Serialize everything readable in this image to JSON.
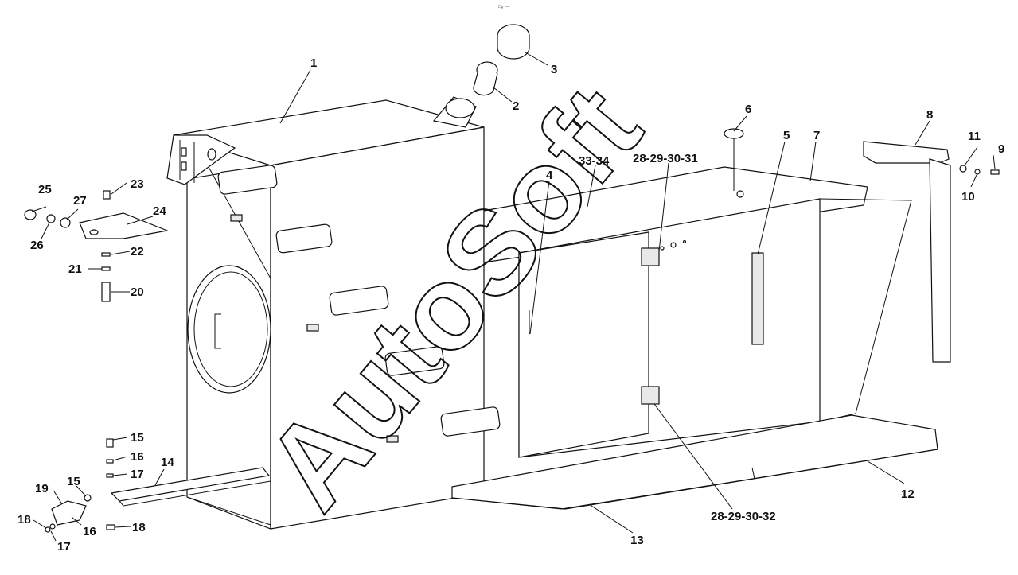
{
  "header_small_text": "□₈ ▫▫▫",
  "watermark": "AutoSoft",
  "callouts": [
    {
      "id": "c1",
      "text": "1"
    },
    {
      "id": "c2",
      "text": "2"
    },
    {
      "id": "c3",
      "text": "3"
    },
    {
      "id": "c4",
      "text": "4"
    },
    {
      "id": "c5",
      "text": "5"
    },
    {
      "id": "c6",
      "text": "6"
    },
    {
      "id": "c7",
      "text": "7"
    },
    {
      "id": "c8",
      "text": "8"
    },
    {
      "id": "c9",
      "text": "9"
    },
    {
      "id": "c10",
      "text": "10"
    },
    {
      "id": "c11",
      "text": "11"
    },
    {
      "id": "c12",
      "text": "12"
    },
    {
      "id": "c13",
      "text": "13"
    },
    {
      "id": "c14",
      "text": "14"
    },
    {
      "id": "c15a",
      "text": "15"
    },
    {
      "id": "c15b",
      "text": "15"
    },
    {
      "id": "c16a",
      "text": "16"
    },
    {
      "id": "c16b",
      "text": "16"
    },
    {
      "id": "c17a",
      "text": "17"
    },
    {
      "id": "c17b",
      "text": "17"
    },
    {
      "id": "c18a",
      "text": "18"
    },
    {
      "id": "c18b",
      "text": "18"
    },
    {
      "id": "c19",
      "text": "19"
    },
    {
      "id": "c20",
      "text": "20"
    },
    {
      "id": "c21",
      "text": "21"
    },
    {
      "id": "c22",
      "text": "22"
    },
    {
      "id": "c23",
      "text": "23"
    },
    {
      "id": "c24",
      "text": "24"
    },
    {
      "id": "c25",
      "text": "25"
    },
    {
      "id": "c26",
      "text": "26"
    },
    {
      "id": "c27",
      "text": "27"
    },
    {
      "id": "c2829303132",
      "text": "28-29-30-32"
    },
    {
      "id": "c2829303031",
      "text": "28-29-30-31"
    },
    {
      "id": "c3334",
      "text": "33-34"
    }
  ]
}
